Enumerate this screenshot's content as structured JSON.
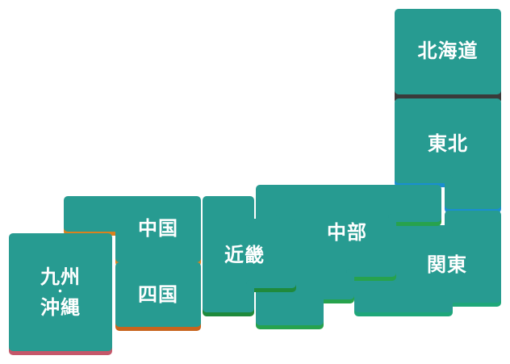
{
  "map": {
    "fill_color": "#279b91",
    "regions": [
      {
        "id": "hokkaido",
        "name": "北海道",
        "accent": "#3a3a3a"
      },
      {
        "id": "tohoku",
        "name": "東北",
        "accent": "#1a8ed0"
      },
      {
        "id": "kanto",
        "name": "関東",
        "accent": "#1fa77a"
      },
      {
        "id": "chubu",
        "name": "中部",
        "accent": "#27a24d"
      },
      {
        "id": "kinki",
        "name": "近畿",
        "accent": "#1f8a3c"
      },
      {
        "id": "chugoku",
        "name": "中国",
        "accent": "#d9821e"
      },
      {
        "id": "shikoku",
        "name": "四国",
        "accent": "#c8641c"
      },
      {
        "id": "kyushu",
        "name_line1": "九州",
        "separator": "・",
        "name_line2": "沖縄",
        "accent": "#c5576a"
      }
    ]
  }
}
